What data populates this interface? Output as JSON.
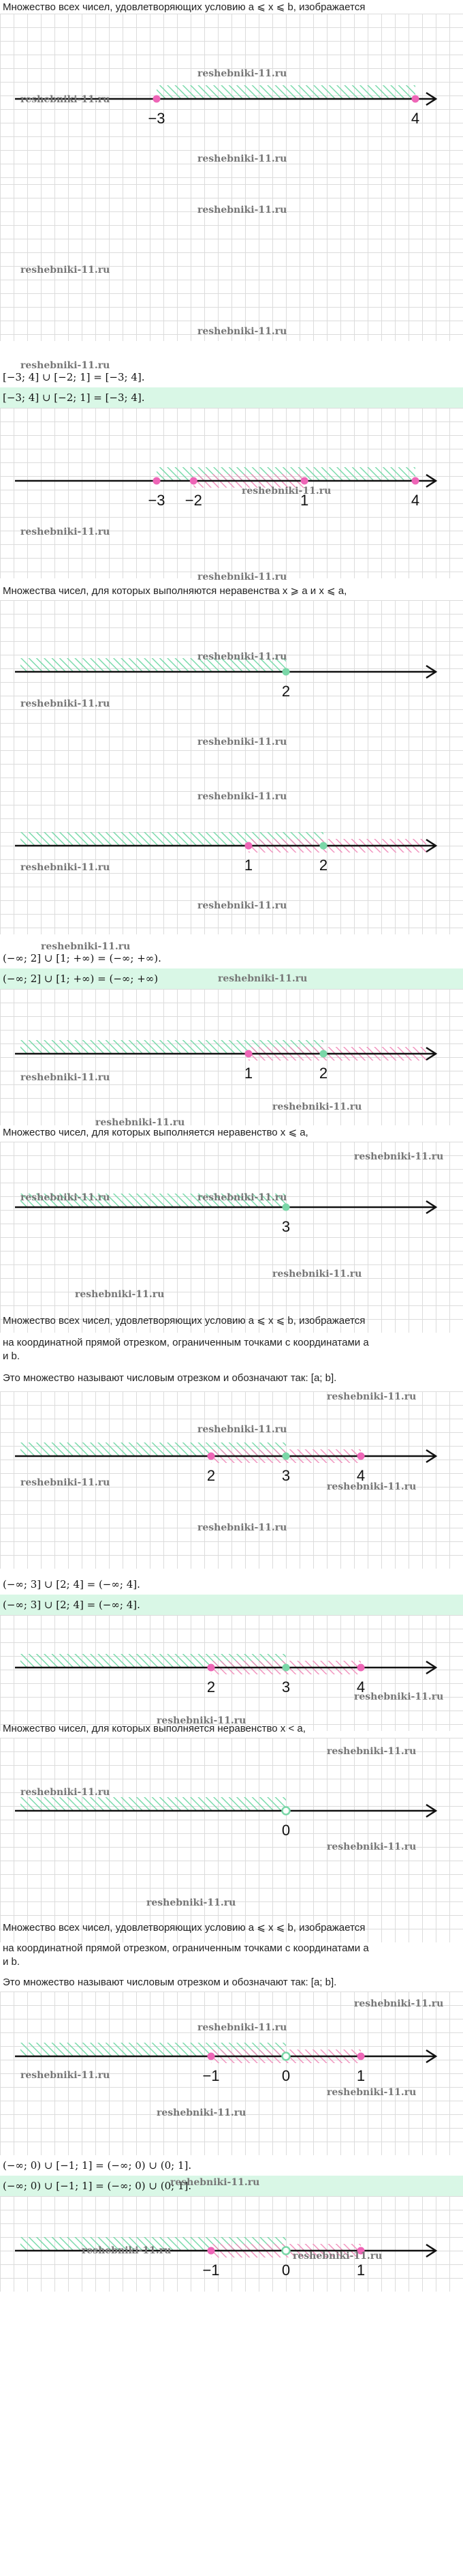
{
  "watermark": "reshebniki-11.ru",
  "colors": {
    "green": "#6fd7a4",
    "pink": "#f08ab9",
    "axis": "#111111",
    "dot_pink": "#ee66b7",
    "dot_green": "#7ad7a8"
  },
  "texts": {
    "t1": "Множество всех чисел, удовлетворяющих условию a ⩽ x ⩽ b, изображается",
    "t2": "Множества чисел, для которых выполняются неравенства x ⩾ a и x ⩽ a,",
    "t3": "Множество чисел, для которых выполняется неравенство x ⩽ a,",
    "t4a": "Множество всех чисел, удовлетворяющих условию a ⩽ x ⩽ b, изображается",
    "t4b": "на координатной прямой отрезком, ограниченным точками с координатами a",
    "t4c": "и b.",
    "t4d": "Это множество называют числовым отрезком и обозначают так: [a; b].",
    "t5": "Множество чисел, для которых выполняется неравенство x < a,",
    "t6a": "Множество всех чисел, удовлетворяющих условию a ⩽ x ⩽ b, изображается",
    "t6b": "на координатной прямой отрезком, ограниченным точками с координатами a",
    "t6c": "и b.",
    "t6d": "Это множество называют числовым отрезком и обозначают так: [a; b]."
  },
  "formulas": {
    "f1a": "[−3; 4] ∪ [−2; 1] = [−3; 4].",
    "f1b": "[−3; 4] ∪ [−2; 1] = [−3; 4].",
    "f2a": "(−∞; 2] ∪ [1; +∞) = (−∞; +∞).",
    "f2b": "(−∞; 2] ∪ [1; +∞) = (−∞; +∞)",
    "f3a": "(−∞; 3] ∪ [2; 4] = (−∞; 4].",
    "f3b": "(−∞; 3] ∪ [2; 4] = (−∞; 4].",
    "f4a": "(−∞; 0) ∪ [−1; 1] = (−∞; 0) ∪ (0; 1].",
    "f4b": "(−∞; 0) ∪ [−1; 1] = (−∞; 0) ∪ (0; 1]."
  },
  "figures": [
    {
      "id": "fig1",
      "labels": [
        "−3",
        "4"
      ],
      "points": [
        {
          "x": -3,
          "c": "pink"
        },
        {
          "x": 4,
          "c": "pink"
        }
      ],
      "green": [
        -3,
        4
      ],
      "pink": null
    },
    {
      "id": "fig2",
      "labels": [
        "−3",
        "−2",
        "1",
        "4"
      ],
      "points": [
        {
          "x": -3,
          "c": "pink"
        },
        {
          "x": -2,
          "c": "pink"
        },
        {
          "x": 1,
          "c": "pink"
        },
        {
          "x": 4,
          "c": "pink"
        }
      ],
      "green": [
        -3,
        4
      ],
      "pink": [
        -2,
        1
      ]
    },
    {
      "id": "fig3",
      "labels": [
        "−3",
        "−2",
        "1",
        "4"
      ],
      "points": [
        {
          "x": -3,
          "c": "pink"
        },
        {
          "x": -2,
          "c": "pink"
        },
        {
          "x": 1,
          "c": "pink"
        },
        {
          "x": 4,
          "c": "pink"
        }
      ],
      "green": [
        -3,
        4
      ],
      "pink": [
        -2,
        1
      ]
    },
    {
      "id": "fig4",
      "labels": [
        "2"
      ],
      "points": [
        {
          "x": 2,
          "c": "green"
        }
      ],
      "green": [
        "-inf",
        2
      ],
      "pink": null
    },
    {
      "id": "fig5",
      "labels": [
        "1",
        "2"
      ],
      "points": [
        {
          "x": 1,
          "c": "pink"
        },
        {
          "x": 2,
          "c": "green"
        }
      ],
      "green": [
        "-inf",
        2
      ],
      "pink": [
        1,
        "+inf"
      ]
    },
    {
      "id": "fig6",
      "labels": [
        "1",
        "2"
      ],
      "points": [
        {
          "x": 1,
          "c": "pink"
        },
        {
          "x": 2,
          "c": "green"
        }
      ],
      "green": [
        "-inf",
        2
      ],
      "pink": [
        1,
        "+inf"
      ]
    },
    {
      "id": "fig7",
      "labels": [
        "3"
      ],
      "points": [
        {
          "x": 3,
          "c": "green"
        }
      ],
      "green": [
        "-inf",
        3
      ],
      "pink": null
    },
    {
      "id": "fig8",
      "labels": [
        "2",
        "3",
        "4"
      ],
      "points": [
        {
          "x": 2,
          "c": "pink"
        },
        {
          "x": 3,
          "c": "green"
        },
        {
          "x": 4,
          "c": "pink"
        }
      ],
      "green": [
        "-inf",
        3
      ],
      "pink": [
        2,
        4
      ]
    },
    {
      "id": "fig9",
      "labels": [
        "2",
        "3",
        "4"
      ],
      "points": [
        {
          "x": 2,
          "c": "pink"
        },
        {
          "x": 3,
          "c": "green"
        },
        {
          "x": 4,
          "c": "pink"
        }
      ],
      "green": [
        "-inf",
        3
      ],
      "pink": [
        2,
        4
      ]
    },
    {
      "id": "fig10",
      "labels": [
        "0"
      ],
      "points": [
        {
          "x": 0,
          "c": "green_open"
        }
      ],
      "green": [
        "-inf",
        0
      ],
      "pink": null
    },
    {
      "id": "fig11",
      "labels": [
        "−1",
        "0",
        "1"
      ],
      "points": [
        {
          "x": -1,
          "c": "pink"
        },
        {
          "x": 0,
          "c": "green_open"
        },
        {
          "x": 1,
          "c": "pink"
        }
      ],
      "green": [
        "-inf",
        0
      ],
      "pink": [
        -1,
        1
      ]
    },
    {
      "id": "fig12",
      "labels": [
        "−1",
        "0",
        "1"
      ],
      "points": [
        {
          "x": -1,
          "c": "pink"
        },
        {
          "x": 0,
          "c": "green_open"
        },
        {
          "x": 1,
          "c": "pink"
        }
      ],
      "green": [
        "-inf",
        0
      ],
      "pink": [
        -1,
        1
      ]
    }
  ]
}
